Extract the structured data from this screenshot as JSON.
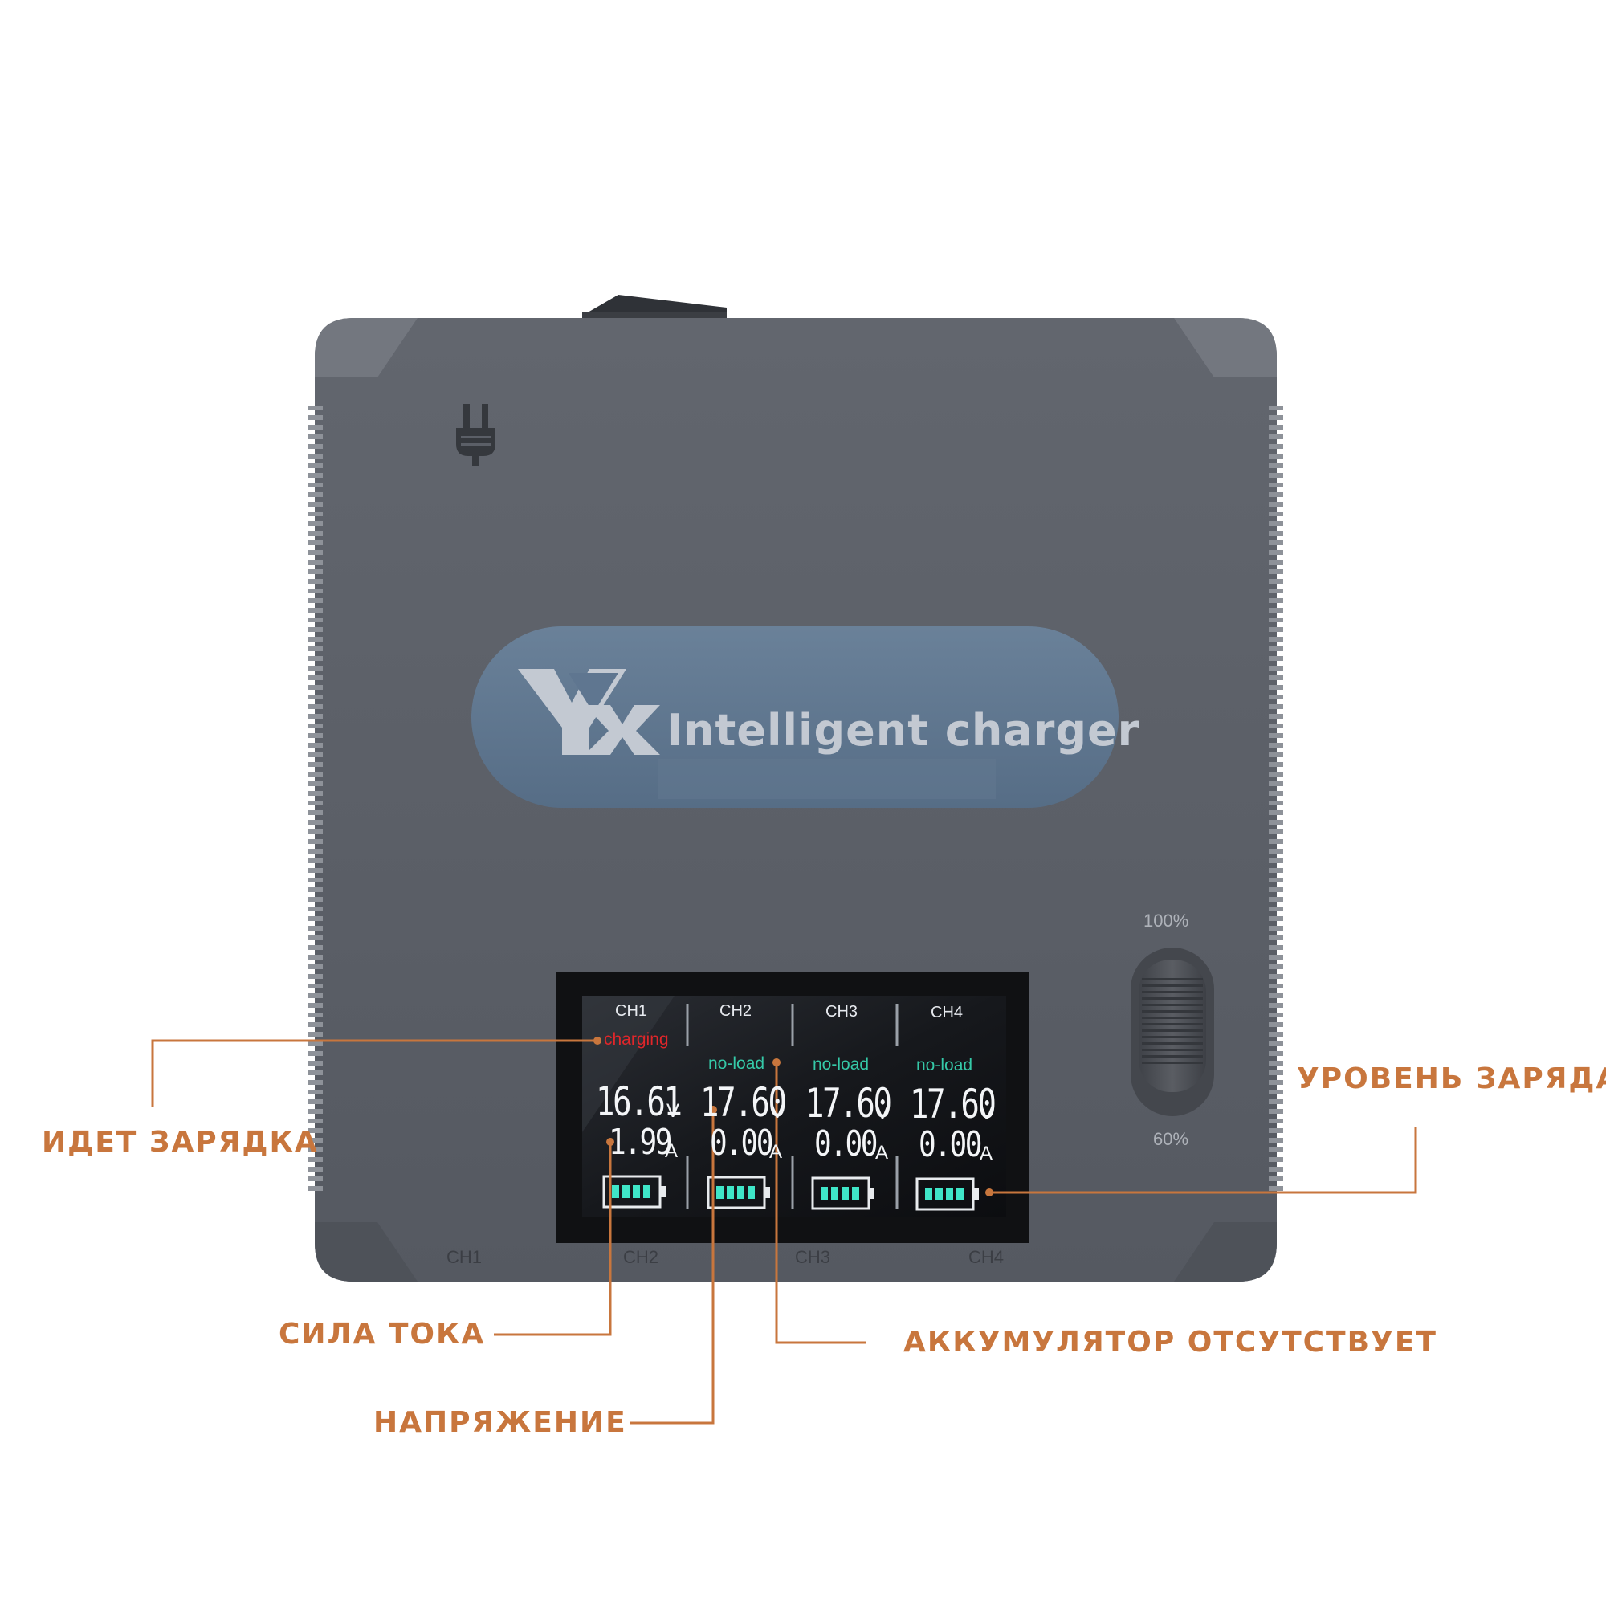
{
  "brand": {
    "name": "Intelligent charger"
  },
  "lcd": {
    "channels": [
      {
        "label": "CH1",
        "status": "charging",
        "voltage": "16.61",
        "current": "1.99"
      },
      {
        "label": "CH2",
        "status": "no-load",
        "voltage": "17.60",
        "current": "0.00"
      },
      {
        "label": "CH3",
        "status": "no-load",
        "voltage": "17.60",
        "current": "0.00"
      },
      {
        "label": "CH4",
        "status": "no-load",
        "voltage": "17.60",
        "current": "0.00"
      }
    ],
    "voltage_unit": "V",
    "current_unit": "A",
    "battery_level_bars": 4,
    "status_colors": {
      "charging": "#e0262a",
      "no-load": "#35c9a8"
    }
  },
  "switch": {
    "top_label": "100%",
    "bottom_label": "60%"
  },
  "ports": [
    "CH1",
    "CH2",
    "CH3",
    "CH4"
  ],
  "callouts": {
    "charging": "ИДЕТ ЗАРЯДКА",
    "battery_level": "УРОВЕНЬ ЗАРЯДА",
    "current": "СИЛА ТОКА",
    "no_battery": "АККУМУЛЯТОР ОТСУТСТВУЕТ",
    "voltage": "НАПРЯЖЕНИЕ"
  },
  "colors": {
    "callout": "#c8763d",
    "body": "#5b5f67",
    "badge": "#5f7690",
    "lcd_cell": "#3fe6c8"
  }
}
